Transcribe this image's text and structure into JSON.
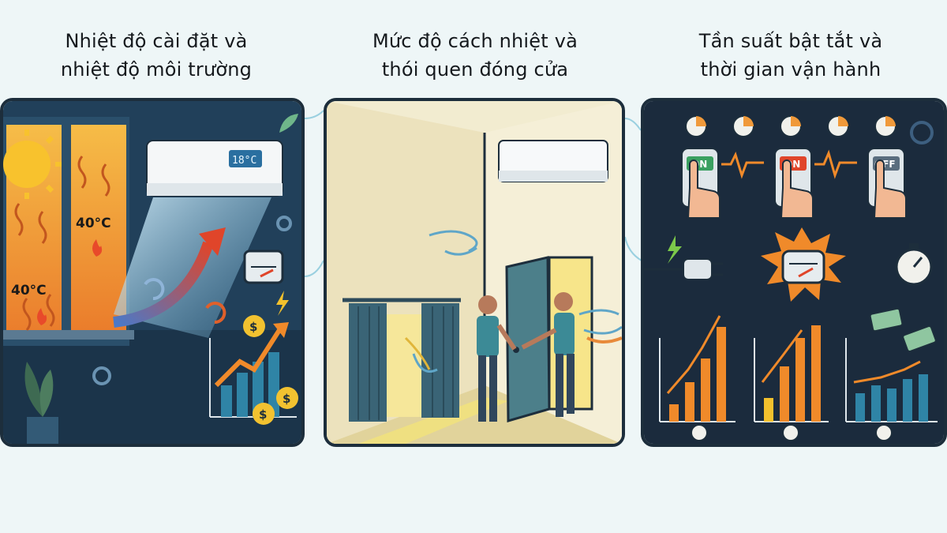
{
  "panels": [
    {
      "title_lines": [
        "Nhiệt độ cài đặt và",
        "nhiệt độ môi trường"
      ],
      "ac_display": "18°C",
      "temp_labels": [
        "40°C",
        "40°C"
      ]
    },
    {
      "title_lines": [
        "Mức độ cách nhiệt và",
        "thói quen đóng cửa"
      ]
    },
    {
      "title_lines": [
        "Tần suất bật tắt và",
        "thời gian vận hành"
      ],
      "remotes": [
        "ON",
        "ON",
        "OFF"
      ]
    }
  ],
  "colors": {
    "frame": "#1d2e3c",
    "panel_dark": "#203a55",
    "panel_night": "#1b2b3d",
    "heat": "#f3a33a",
    "wall_cream": "#f2ecd0",
    "arrow_red": "#e0452a",
    "bar_orange": "#f08a2a",
    "bar_blue": "#2f84a6"
  },
  "icons": [
    "sun-icon",
    "flame-icon",
    "gear-icon",
    "money-bag-icon",
    "meter-icon",
    "plug-icon",
    "stopwatch-icon",
    "clock-icon",
    "hand-icon",
    "leaf-icon",
    "plant-icon",
    "curtain-icon",
    "door-icon",
    "person-icon",
    "wind-icon",
    "banknote-icon",
    "lightning-icon"
  ]
}
